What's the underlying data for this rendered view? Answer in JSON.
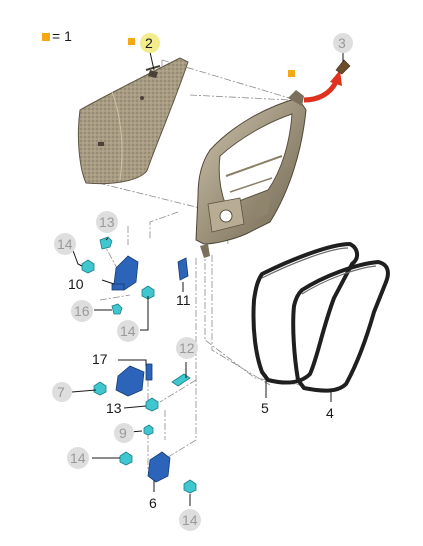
{
  "legend": {
    "label": "= 1",
    "swatch_color": "#f4a816"
  },
  "accent_color": "#f4a816",
  "arrow_color": "#e0301e",
  "callouts": {
    "c2": "2",
    "c3": "3",
    "c4": "4",
    "c5": "5",
    "c6": "6",
    "c7": "7",
    "c9": "9",
    "c10": "10",
    "c11": "11",
    "c12": "12",
    "c13a": "13",
    "c13b": "13",
    "c14a": "14",
    "c14b": "14",
    "c14c": "14",
    "c14d": "14",
    "c16": "16",
    "c17": "17"
  }
}
